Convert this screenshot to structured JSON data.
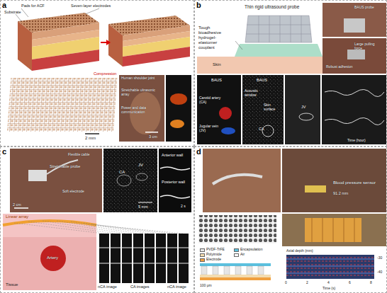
{
  "diagram": {
    "nodes": [
      {
        "text": [
          "a"
        ]
      },
      {
        "text": [
          "b"
        ]
      },
      {
        "text": [
          "c"
        ]
      },
      {
        "text": [
          "d"
        ]
      }
    ],
    "labels": [
      "Pads for ACF",
      "Substrate",
      "Seven-layer electrodes",
      "Compression",
      "2 mm",
      "Human shoulder joint",
      "Stretchable ultrasonic array",
      "Power and data communication",
      "3 cm",
      "Thin rigid ultrasound probe",
      "Tough bioadhesive hydrogel-elastomer couplant",
      "Skin",
      "BAUS probe",
      "Large pulling force",
      "Robust adhesion",
      "BAUS",
      "Carotid artery (CA)",
      "Jugular vein (JV)",
      "BAUS",
      "Acoustic window",
      "Skin surface",
      "CA",
      "JV",
      "Time (hour)",
      "Stretchable probe",
      "Flexible cable",
      "Soft electrode",
      "CA",
      "JV",
      "5 mm",
      "Anterior wall",
      "Posterior wall",
      "2 s",
      "2 cm",
      "Linear array",
      "Tissue",
      "Artery",
      "nCA image",
      "CA images",
      "nCA image",
      "Blood pressure sensor",
      "91.2 mm",
      "100 μm",
      "Axial depth (mm)",
      "Time (s)",
      "0",
      "2",
      "4",
      "6",
      "8",
      "-30",
      "-40"
    ],
    "legend": [
      {
        "text": "PVDF-TrFE",
        "color": "#e6e6e6"
      },
      {
        "text": "Encapsulation",
        "color": "#5bc0de"
      },
      {
        "text": "Polyimide",
        "color": "#f3dcb0"
      },
      {
        "text": "Air",
        "color": "#ffffff"
      },
      {
        "text": "Electrode",
        "color": "#f0a040"
      }
    ]
  }
}
